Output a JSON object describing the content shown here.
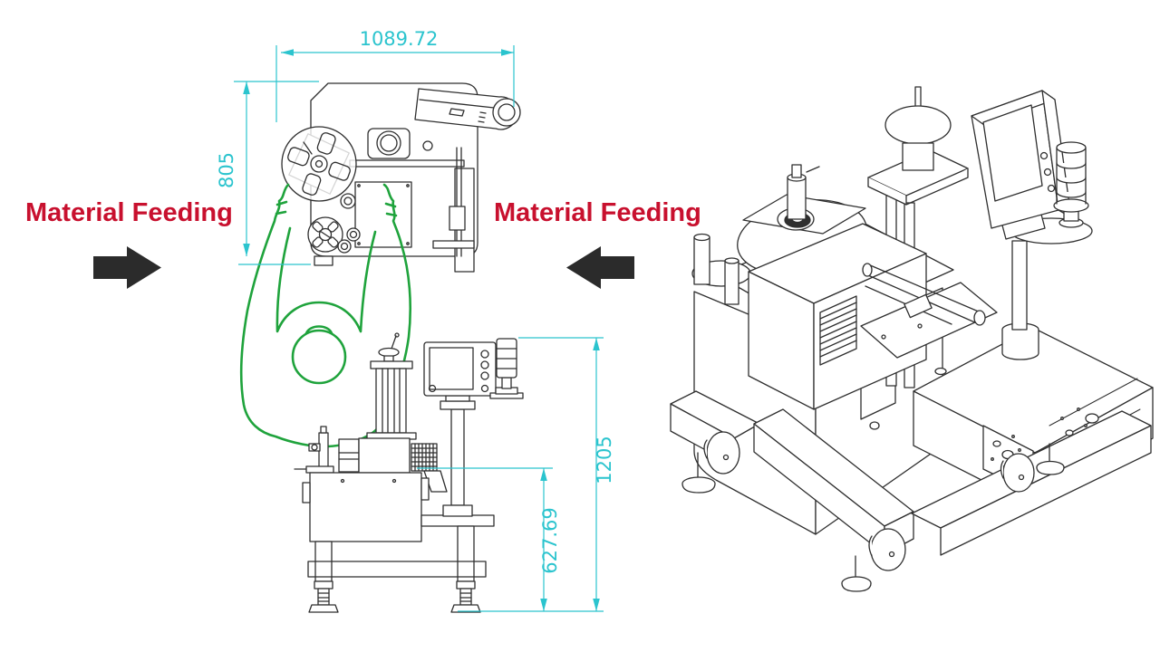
{
  "labels": {
    "material_feeding_left": "Material Feeding",
    "material_feeding_right": "Material Feeding"
  },
  "dimensions": {
    "top_width": "1089.72",
    "left_height": "805",
    "overall_height": "1205",
    "partial_height": "627.69"
  },
  "colors": {
    "dimension_lines": "#2BC4CE",
    "feeding_label": "#C8102E",
    "operator_outline": "#1FA33C",
    "feeding_arrow": "#2B2B2B",
    "drawing_lines": "#2F2F2F"
  }
}
